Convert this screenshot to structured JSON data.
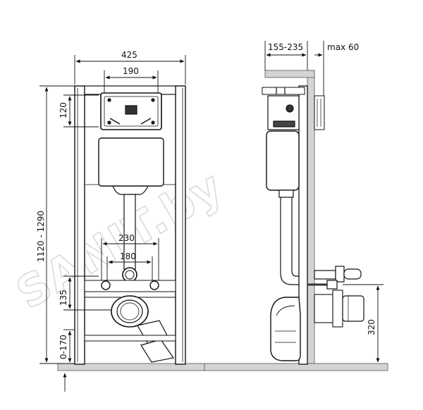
{
  "watermark": "SANIT.by",
  "dimensions": {
    "width_total": "425",
    "width_plate": "190",
    "height_range": "1120 - 1290",
    "height_button": "120",
    "spacing_outer": "230",
    "spacing_inner": "180",
    "height_outlet": "135",
    "height_feet": "0-170",
    "depth_frame": "155-235",
    "depth_max": "max 60",
    "height_side_outlet": "320"
  },
  "colors": {
    "line": "#111111",
    "floor": "#d4d4d4",
    "watermark": "#d9d9d9"
  }
}
